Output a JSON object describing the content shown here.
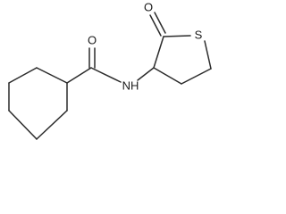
{
  "molecule": {
    "atoms": [
      {
        "id": "O_amide",
        "symbol": "O"
      },
      {
        "id": "NH",
        "symbol": "NH"
      },
      {
        "id": "O_lactone",
        "symbol": "O"
      },
      {
        "id": "S_ring",
        "symbol": "S"
      }
    ]
  },
  "colors": {
    "bond": "#2b2b2b",
    "label": "#1a1a1a",
    "background": "#ffffff"
  }
}
